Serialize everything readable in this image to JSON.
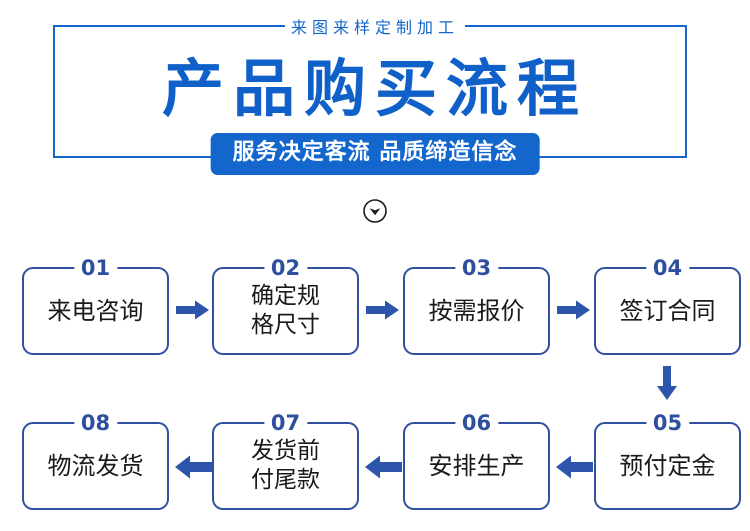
{
  "header": {
    "top_caption": "来图来样定制加工",
    "title": "产品购买流程",
    "badge": "服务决定客流 品质缔造信念",
    "scroll_hint_icon": "chevron-down-circle-icon"
  },
  "colors": {
    "title_blue": "#0f60c8",
    "frame_blue": "#1466cc",
    "badge_blue": "#1266cc",
    "box_border": "#31509e",
    "number_blue": "#2e4f9e",
    "arrow_blue": "#2d55ab",
    "box_text": "#1a1a1a",
    "background": "#ffffff"
  },
  "flow": {
    "row1": [
      {
        "number": "01",
        "label": "来电咨询",
        "lines": [
          "来电咨询"
        ]
      },
      {
        "number": "02",
        "label": "确定规格尺寸",
        "lines": [
          "确定规",
          "格尺寸"
        ]
      },
      {
        "number": "03",
        "label": "按需报价",
        "lines": [
          "按需报价"
        ]
      },
      {
        "number": "04",
        "label": "签订合同",
        "lines": [
          "签订合同"
        ]
      }
    ],
    "row2": [
      {
        "number": "08",
        "label": "物流发货",
        "lines": [
          "物流发货"
        ]
      },
      {
        "number": "07",
        "label": "发货前付尾款",
        "lines": [
          "发货前",
          "付尾款"
        ]
      },
      {
        "number": "06",
        "label": "安排生产",
        "lines": [
          "安排生产"
        ]
      },
      {
        "number": "05",
        "label": "预付定金",
        "lines": [
          "预付定金"
        ]
      }
    ],
    "connectors": {
      "row1_arrows": [
        "arrow-right-icon",
        "arrow-right-icon",
        "arrow-right-icon"
      ],
      "row1_to_row2": "arrow-down-icon",
      "row2_arrows": [
        "arrow-left-icon",
        "arrow-left-icon",
        "arrow-left-icon"
      ]
    }
  }
}
